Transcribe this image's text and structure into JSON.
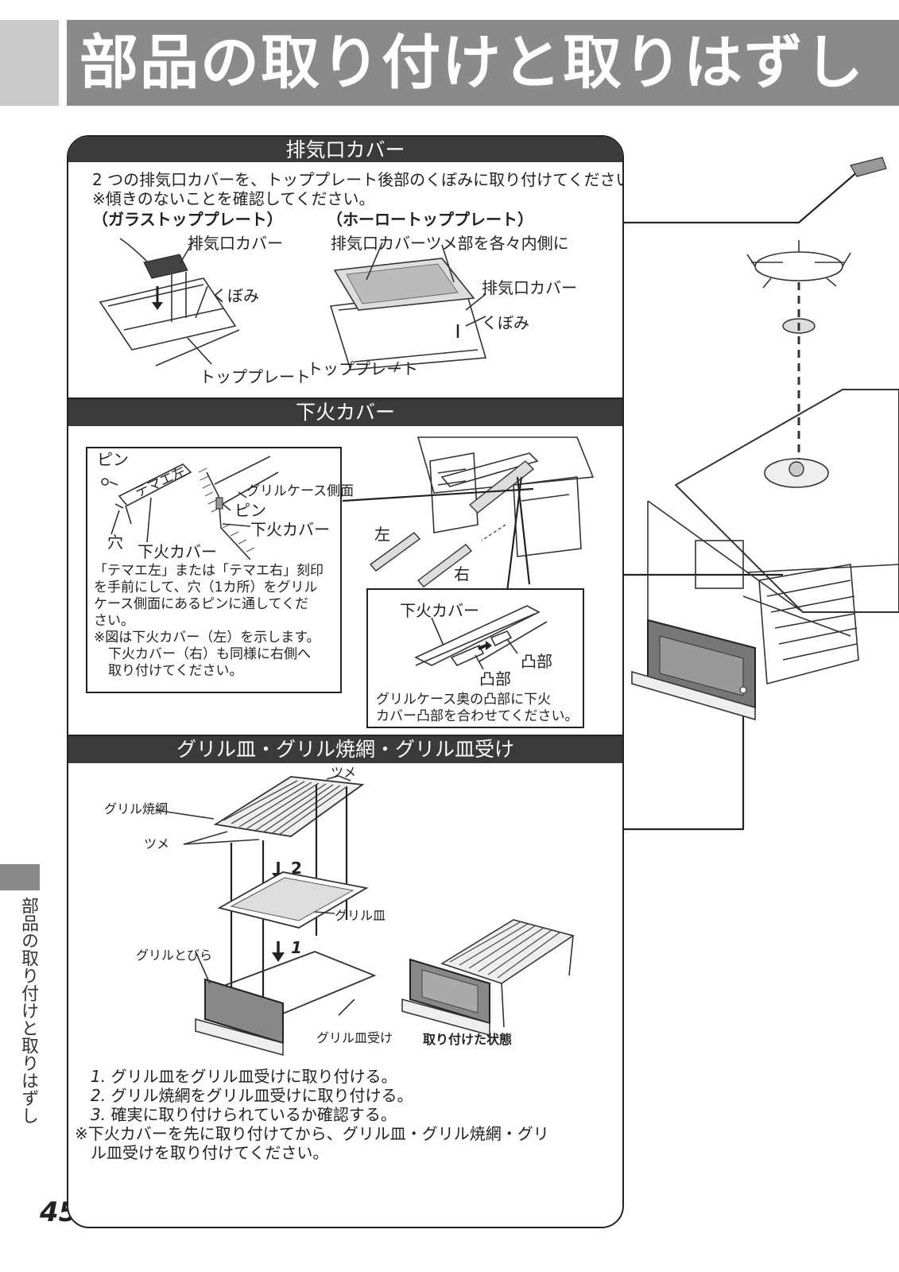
{
  "page": {
    "title": "部品の取り付けと取りはずし",
    "side_label": "部品の取り付けと取りはずし",
    "page_number": "45"
  },
  "exhaust": {
    "header": "排気口カバー",
    "line1": "2 つの排気口カバーを、トッププレート後部のくぼみに取り付けてください。",
    "line2": "※傾きのないことを確認してください。",
    "glass": {
      "heading": "（ガラストッププレート）",
      "cover": "排気口カバー",
      "recess": "くぼみ",
      "plate": "トッププレート"
    },
    "enamel": {
      "heading": "（ホーロートッププレート）",
      "claw": "排気口カバーツメ部を各々内側に",
      "cover": "排気口カバー",
      "recess": "くぼみ",
      "plate": "トッププレート"
    }
  },
  "lower_fire": {
    "header": "下火カバー",
    "pin": "ピン",
    "side_face": "グリルケース側面",
    "pin2": "ピン",
    "cover_label": "下火カバー",
    "hole": "穴",
    "cover_label2": "下火カバー",
    "engraving": "テマエ左",
    "instr": [
      "「テマエ左」または「テマエ右」刻印",
      "を手前にして、穴（1カ所）をグリル",
      "ケース側面にあるピンに通してくだ",
      "さい。",
      "※図は下火カバー（左）を示します。",
      "下火カバー（右）も同様に右側へ",
      "取り付けてください。"
    ],
    "left": "左",
    "right": "右",
    "detail_cover": "下火カバー",
    "bump1": "凸部",
    "bump2": "凸部",
    "detail_caption": [
      "グリルケース奥の凸部に下火",
      "カバー凸部を合わせてください。"
    ]
  },
  "grill": {
    "header": "グリル皿・グリル焼網・グリル皿受け",
    "claw_top": "ツメ",
    "net": "グリル焼網",
    "claw_left": "ツメ",
    "step2": "2",
    "pan": "グリル皿",
    "step1": "1",
    "door": "グリルとびら",
    "holder": "グリル皿受け",
    "installed": "取り付けた状態",
    "steps": [
      {
        "num": "1.",
        "text": "グリル皿をグリル皿受けに取り付ける。"
      },
      {
        "num": "2.",
        "text": "グリル焼網をグリル皿受けに取り付ける。"
      },
      {
        "num": "3.",
        "text": "確実に取り付けられているか確認する。"
      }
    ],
    "note1": "※下火カバーを先に取り付けてから、グリル皿・グリル焼網・グリ",
    "note2": "ル皿受けを取り付けてください。"
  }
}
